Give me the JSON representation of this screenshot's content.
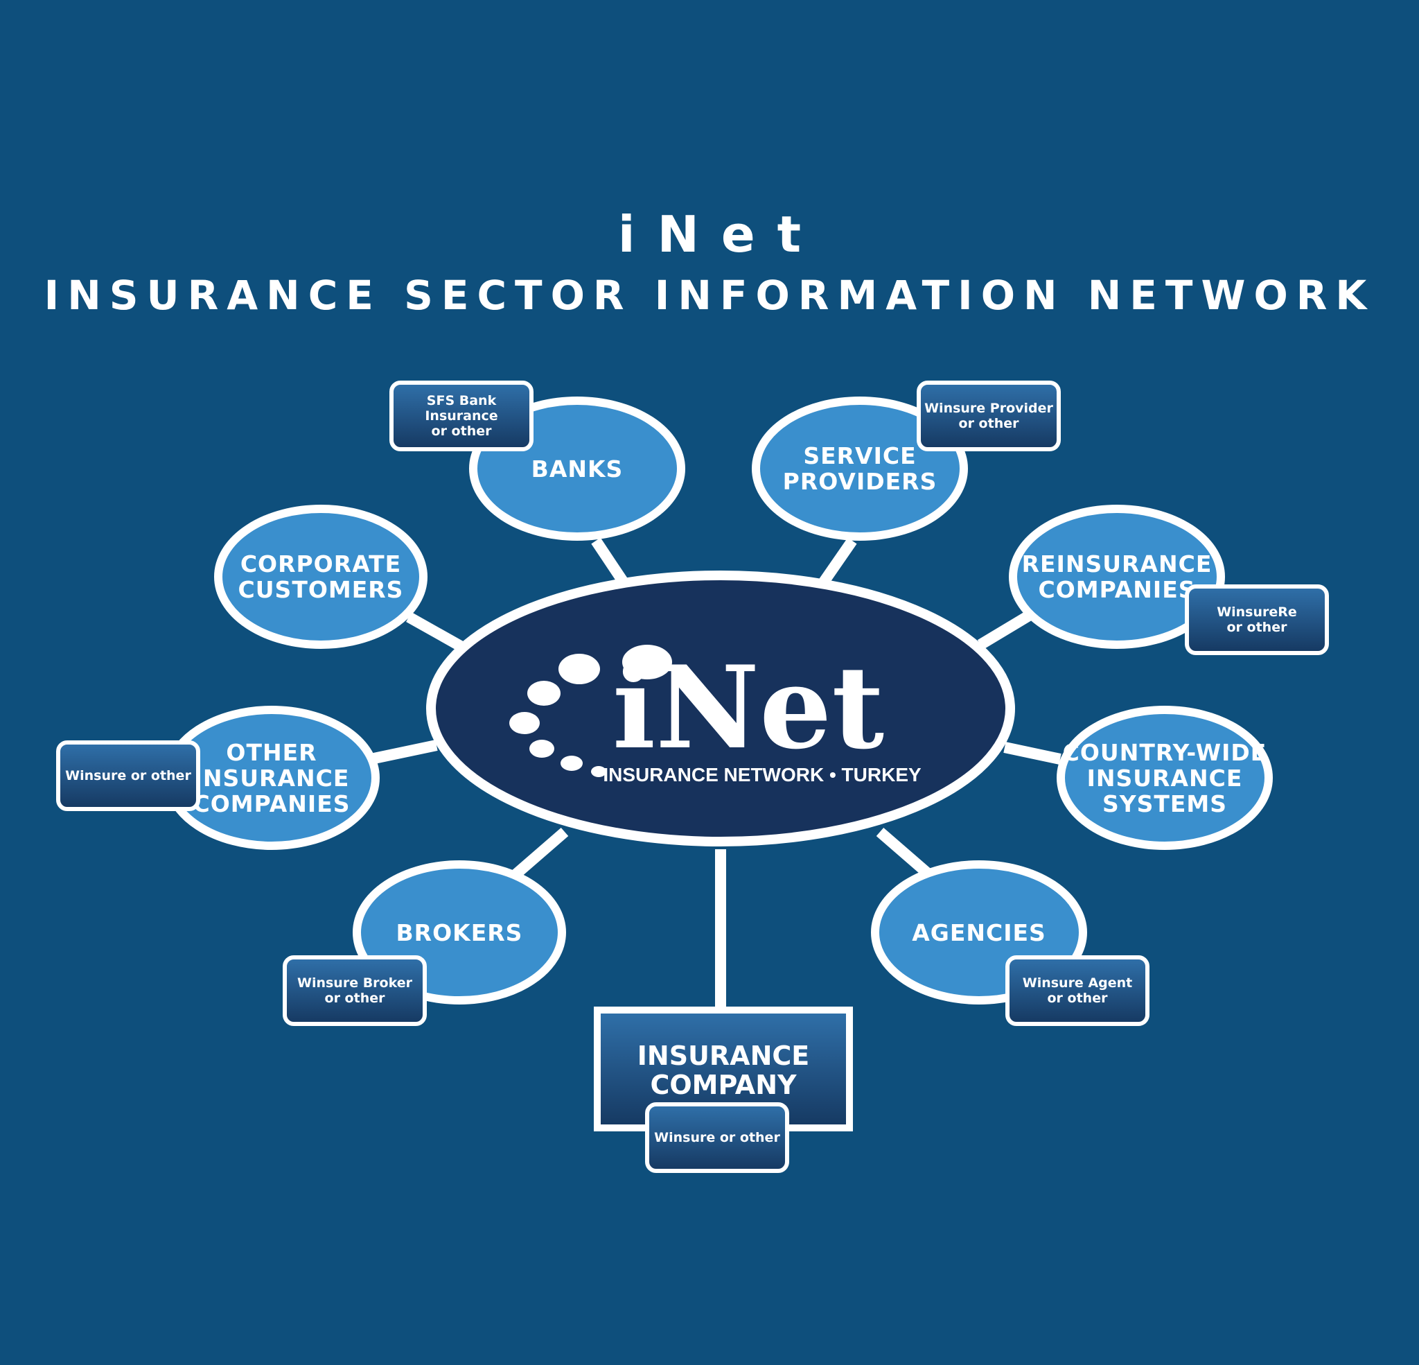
{
  "header": {
    "title": "iNet",
    "subtitle": "INSURANCE SECTOR INFORMATION NETWORK"
  },
  "hub": {
    "logo_text": "iNet",
    "tagline": "INSURANCE NETWORK • TURKEY"
  },
  "nodes": {
    "banks": {
      "label": "BANKS",
      "tag": "SFS Bank Insurance\nor other"
    },
    "service_providers": {
      "label": "SERVICE\nPROVIDERS",
      "tag": "Winsure Provider\nor other"
    },
    "corporate_customers": {
      "label": "CORPORATE\nCUSTOMERS"
    },
    "reinsurance_companies": {
      "label": "REINSURANCE\nCOMPANIES",
      "tag": "WinsureRe\nor other"
    },
    "other_insurance_companies": {
      "label": "OTHER\nINSURANCE\nCOMPANIES",
      "tag": "Winsure or other"
    },
    "country_wide_systems": {
      "label": "COUNTRY-WIDE\nINSURANCE\nSYSTEMS"
    },
    "brokers": {
      "label": "BROKERS",
      "tag": "Winsure Broker\nor other"
    },
    "agencies": {
      "label": "AGENCIES",
      "tag": "Winsure Agent\nor other"
    },
    "insurance_company": {
      "label": "INSURANCE\nCOMPANY",
      "tag": "Winsure or other"
    }
  },
  "colors": {
    "background": "#0e4f7c",
    "node_fill": "#3a8fcd",
    "hub_fill": "#17325c",
    "outline": "#ffffff"
  }
}
